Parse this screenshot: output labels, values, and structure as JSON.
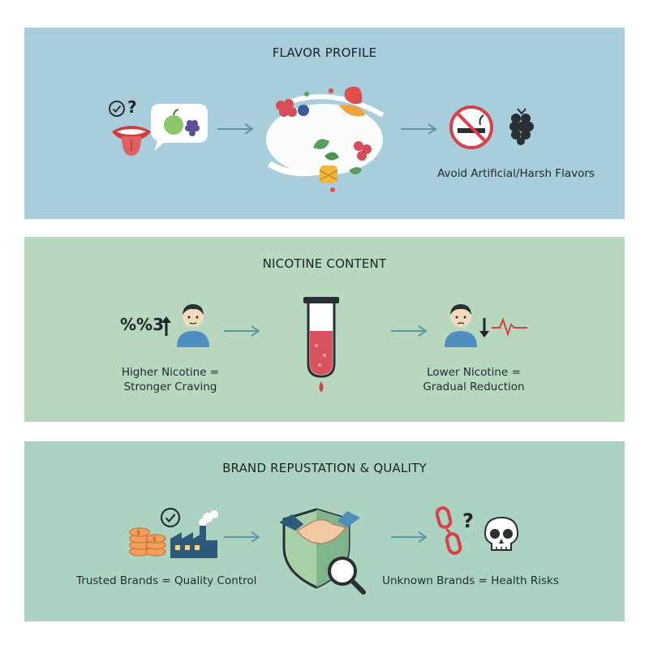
{
  "panels": [
    {
      "title": "FLAVOR PROFILE",
      "captions": {
        "right": "Avoid Artificial/Harsh Flavors"
      },
      "symbols": {
        "question": "?"
      }
    },
    {
      "title": "NICOTINE CONTENT",
      "captions": {
        "left_line1": "Higher Nicotine =",
        "left_line2": "Stronger Craving",
        "right_line1": "Lower Nicotine =",
        "right_line2": "Gradual Reduction"
      },
      "symbols": {
        "percent": "%%3"
      }
    },
    {
      "title": "BRAND REPUSTATION & QUALITY",
      "captions": {
        "left": "Trusted Brands = Quality Control",
        "right": "Unknown Brands = Health Risks"
      },
      "symbols": {
        "question": "?"
      }
    }
  ],
  "colors": {
    "panel1_bg": "#a8cddb",
    "panel2_bg": "#b8d7bf",
    "panel3_bg": "#acd3c0",
    "arrow": "#5f97a6",
    "prohibit_red": "#d9414a"
  }
}
